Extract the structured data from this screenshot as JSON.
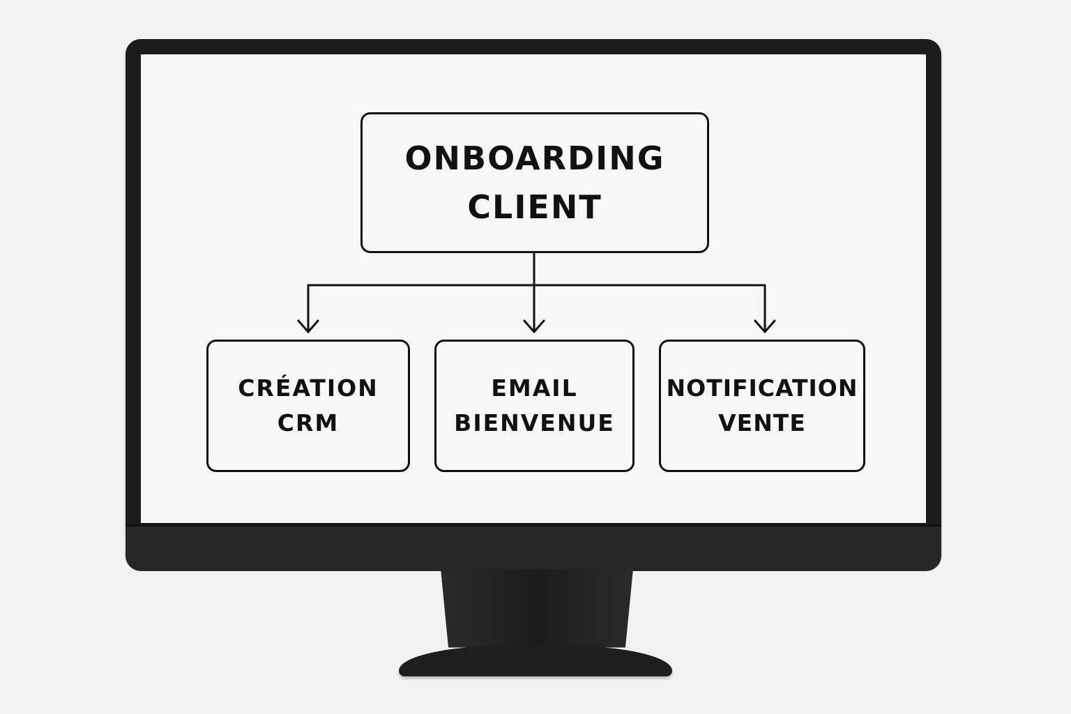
{
  "diagram": {
    "root": {
      "line1": "ONBOARDING",
      "line2": "CLIENT"
    },
    "children": [
      {
        "line1": "CRÉATION",
        "line2": "CRM"
      },
      {
        "line1": "EMAIL",
        "line2": "BIENVENUE"
      },
      {
        "line1": "NOTIFICATION",
        "line2": "VENTE"
      }
    ],
    "edges": [
      {
        "from": "root",
        "to": "children.0"
      },
      {
        "from": "root",
        "to": "children.1"
      },
      {
        "from": "root",
        "to": "children.2"
      }
    ]
  },
  "colors": {
    "ink": "#111111",
    "screen": "#f8f7f5",
    "bezel": "#1d1d1d",
    "background": "#f3f2f1"
  }
}
